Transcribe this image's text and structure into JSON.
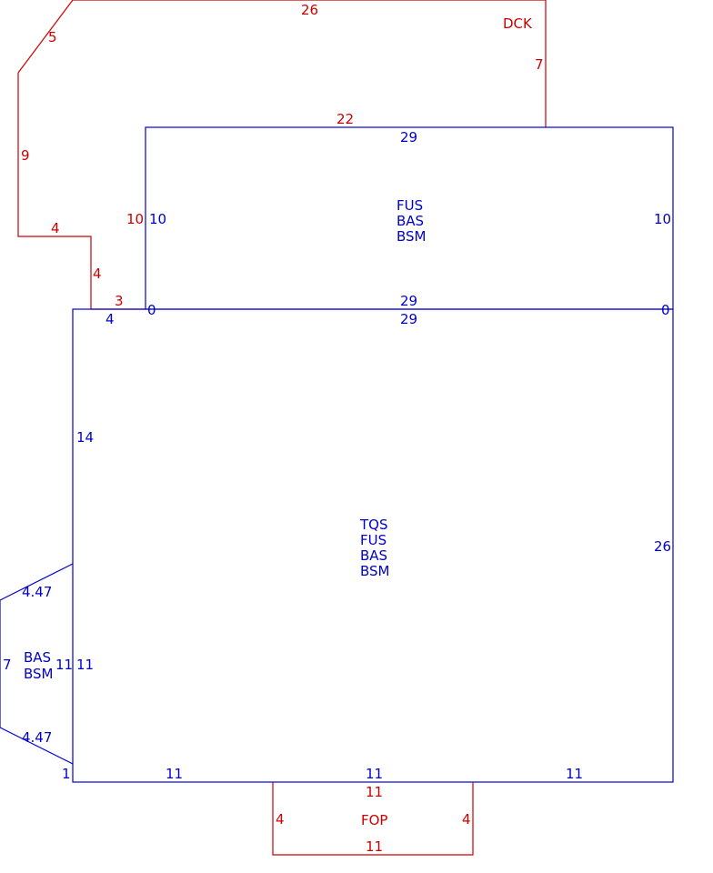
{
  "deck": {
    "name": "DCK",
    "dims": {
      "top": "26",
      "diag": "5",
      "right": "7",
      "left": "9",
      "step_top": "4",
      "step_right": "4",
      "bottom_short": "3",
      "bottom_long": "22",
      "inner_left": "10"
    }
  },
  "upper_room": {
    "labels": [
      "FUS",
      "BAS",
      "BSM"
    ],
    "dims": {
      "top": "29",
      "bottom": "29",
      "left": "10",
      "right": "10",
      "left_corner": "0",
      "right_corner": "0"
    }
  },
  "main_room": {
    "labels": [
      "TQS",
      "FUS",
      "BAS",
      "BSM"
    ],
    "dims": {
      "top": "29",
      "top_left": "4",
      "left": "14",
      "right": "26",
      "left_lower": "11",
      "bottom_left": "11",
      "bottom_mid": "11",
      "bottom_right": "11",
      "corner": "1"
    }
  },
  "bay": {
    "labels": [
      "BAS",
      "BSM"
    ],
    "dims": {
      "top": "4.47",
      "bottom": "4.47",
      "left": "7",
      "right": "11"
    }
  },
  "porch": {
    "name": "FOP",
    "dims": {
      "top": "11",
      "bottom": "11",
      "left": "4",
      "right": "4"
    }
  },
  "colors": {
    "deck": "#cc0000",
    "rooms": "#0000cc"
  }
}
